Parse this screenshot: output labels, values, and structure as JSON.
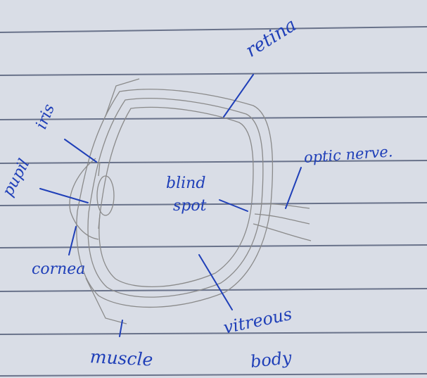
{
  "labels": {
    "retina": "retina",
    "iris": "iris",
    "pupil": "pupil",
    "optic_nerve": "optic nerve.",
    "blind_spot_line1": "blind",
    "blind_spot_line2": "spot",
    "cornea": "cornea",
    "muscle": "muscle",
    "vitreous_line1": "vitreous",
    "vitreous_line2": "body"
  },
  "colors": {
    "paper": "#d9dde6",
    "rule_line": "#56607a",
    "ink": "#1f3fb8",
    "pencil": "#8a8a8a"
  }
}
